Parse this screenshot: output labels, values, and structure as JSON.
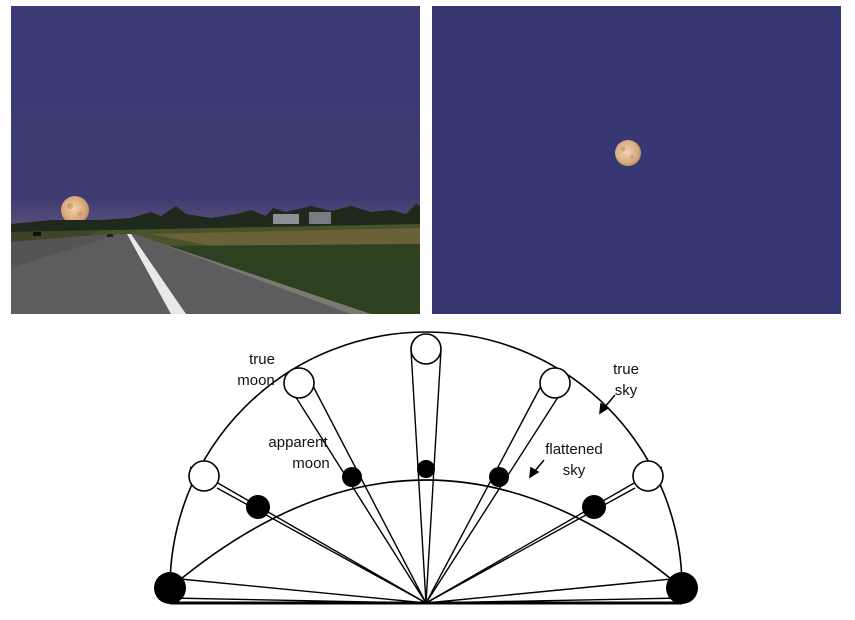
{
  "photos": {
    "left": {
      "description_icon": "moon-near-horizon-photo"
    },
    "right": {
      "description_icon": "moon-high-in-sky-photo"
    }
  },
  "colors": {
    "sky": "#3b3a76",
    "sky_right": "#363773",
    "moon": "#e7b98a",
    "road": "#5f5f60",
    "grass_dark": "#3b4a22",
    "grass_light": "#6c7c3a",
    "ink": "#000000"
  },
  "diagram": {
    "labels": {
      "true_moon_line1": "true",
      "true_moon_line2": "moon",
      "apparent_moon_line1": "apparent",
      "apparent_moon_line2": "moon",
      "flattened_sky_line1": "flattened",
      "flattened_sky_line2": "sky",
      "true_sky_line1": "true",
      "true_sky_line2": "sky"
    }
  }
}
